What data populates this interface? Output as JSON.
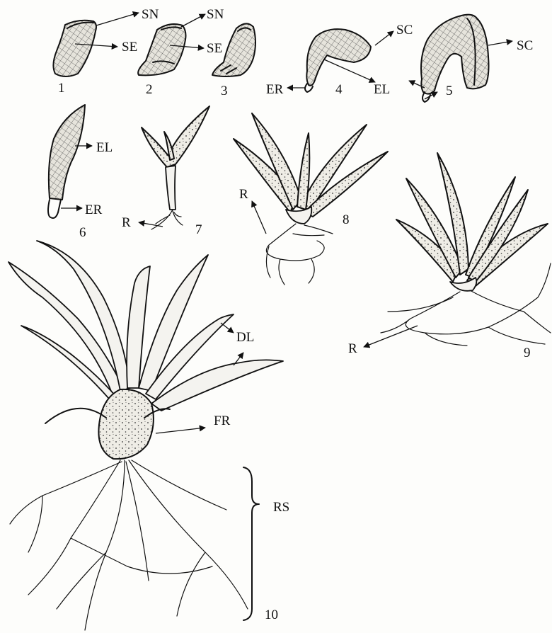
{
  "labels": {
    "sn": "SN",
    "se": "SE",
    "sc": "SC",
    "er": "ER",
    "el": "EL",
    "r": "R",
    "dl": "DL",
    "fr": "FR",
    "rs": "RS"
  },
  "stages": [
    "1",
    "2",
    "3",
    "4",
    "5",
    "6",
    "7",
    "8",
    "9",
    "10"
  ]
}
